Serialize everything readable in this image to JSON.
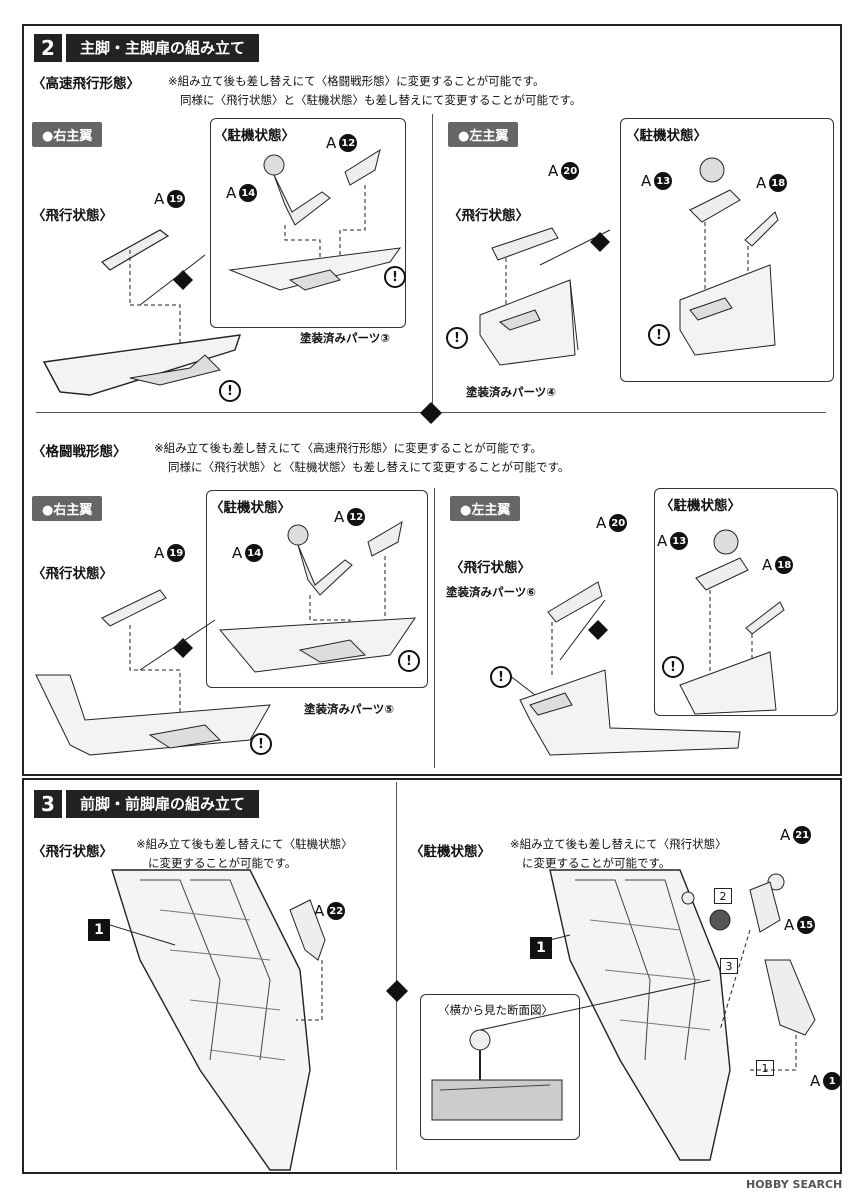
{
  "step2": {
    "number": "2",
    "title": "主脚・主脚扉の組み立て",
    "high_speed": {
      "heading": "〈高速飛行形態〉",
      "note1": "※組み立て後も差し替えにて〈格闘戦形態〉に変更することが可能です。",
      "note2": "同様に〈飛行状態〉と〈駐機状態〉も差し替えにて変更することが可能です。",
      "right_tag": "●右主翼",
      "left_tag": "●左主翼",
      "flight_state": "〈飛行状態〉",
      "parked_state": "〈駐機状態〉",
      "painted_right": "塗装済みパーツ③",
      "painted_left": "塗装済みパーツ④"
    },
    "dogfight": {
      "heading": "〈格闘戦形態〉",
      "note1": "※組み立て後も差し替えにて〈高速飛行形態〉に変更することが可能です。",
      "note2": "同様に〈飛行状態〉と〈駐機状態〉も差し替えにて変更することが可能です。",
      "right_tag": "●右主翼",
      "left_tag": "●左主翼",
      "flight_state": "〈飛行状態〉",
      "parked_state": "〈駐機状態〉",
      "painted_right": "塗装済みパーツ⑤",
      "painted_left": "塗装済みパーツ⑥"
    },
    "runner": "A",
    "parts": {
      "p12": "12",
      "p14": "14",
      "p19": "19",
      "p20": "20",
      "p13": "13",
      "p18": "18"
    }
  },
  "step3": {
    "number": "3",
    "title": "前脚・前脚扉の組み立て",
    "flight_state": "〈飛行状態〉",
    "flight_note1": "※組み立て後も差し替えにて〈駐機状態〉",
    "flight_note2": "に変更することが可能です。",
    "parked_state": "〈駐機状態〉",
    "parked_note1": "※組み立て後も差し替えにて〈飛行状態〉",
    "parked_note2": "に変更することが可能です。",
    "section_view": "〈横から見た断面図〉",
    "runner": "A",
    "parts": {
      "p22": "22",
      "p21": "21",
      "p15": "15",
      "p1": "1"
    },
    "body_part": "1",
    "order": [
      "2",
      "3",
      "1"
    ]
  },
  "warn_symbol": "!",
  "watermark": "HOBBY SEARCH"
}
